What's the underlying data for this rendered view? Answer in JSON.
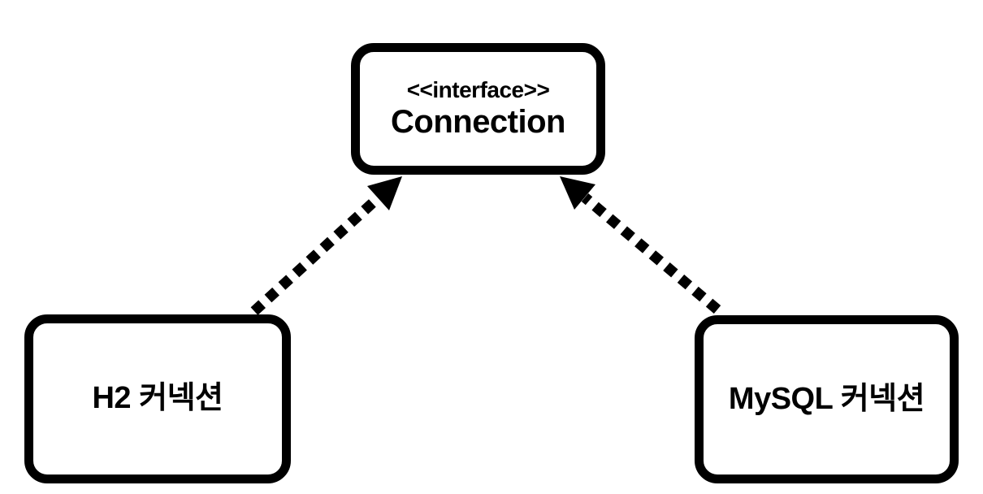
{
  "diagram": {
    "type": "uml-class-diagram",
    "nodes": [
      {
        "id": "connection",
        "stereotype": "<<interface>>",
        "label": "Connection",
        "shape": "rounded-rectangle"
      },
      {
        "id": "h2-connection",
        "label": "H2 커넥션",
        "shape": "rounded-rectangle"
      },
      {
        "id": "mysql-connection",
        "label": "MySQL 커넥션",
        "shape": "rounded-rectangle"
      }
    ],
    "edges": [
      {
        "from": "H2 커넥션",
        "to": "Connection",
        "line": "dashed",
        "arrowhead": "filled-triangle"
      },
      {
        "from": "MySQL 커넥션",
        "to": "Connection",
        "line": "dashed",
        "arrowhead": "filled-triangle"
      }
    ],
    "colors": {
      "stroke": "#000000",
      "background": "#ffffff",
      "text": "#000000"
    }
  }
}
